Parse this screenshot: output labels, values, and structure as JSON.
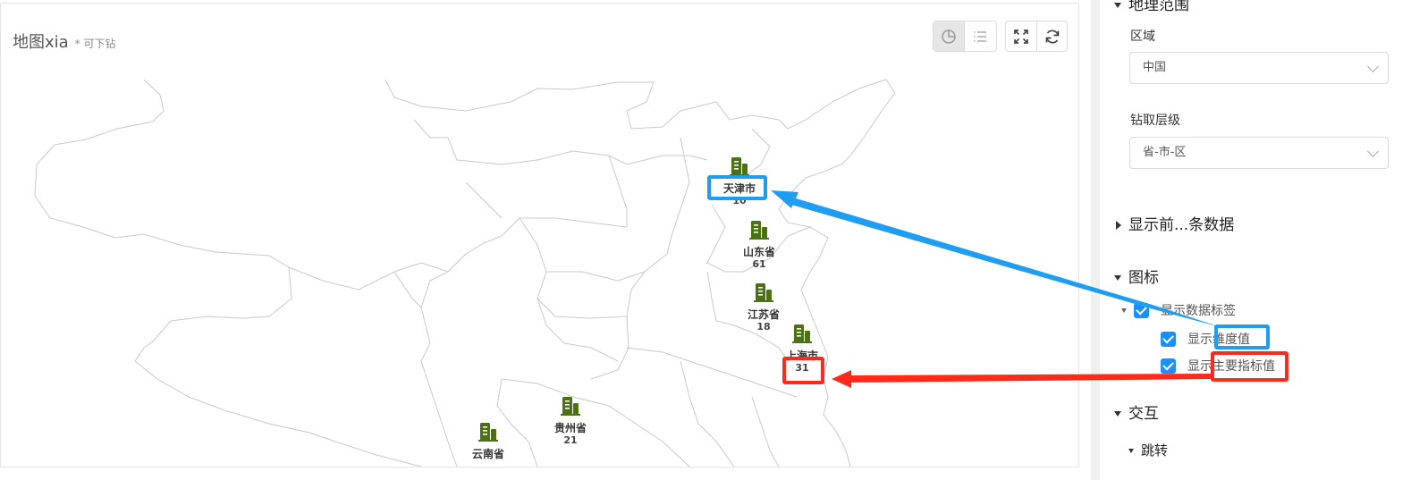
{
  "chart": {
    "title": "地图xia",
    "subtitle": "* 可下钻",
    "markers": [
      {
        "name": "天津市",
        "value": "10"
      },
      {
        "name": "山东省",
        "value": "61"
      },
      {
        "name": "江苏省",
        "value": "18"
      },
      {
        "name": "上海市",
        "value": "31"
      },
      {
        "name": "贵州省",
        "value": "21"
      },
      {
        "name": "云南省",
        "value": ""
      }
    ],
    "marker_color": "#4a7212",
    "toolbar": {
      "chart_view_icon": "pie-chart-icon",
      "list_view_icon": "list-icon",
      "fullscreen_icon": "fullscreen-icon",
      "refresh_icon": "refresh-icon"
    }
  },
  "settings": {
    "geo_section_title": "地理范围",
    "region_label": "区域",
    "region_value": "中国",
    "drill_label": "钻取层级",
    "drill_value": "省-市-区",
    "topn_section_title": "显示前...条数据",
    "icon_section_title": "图标",
    "show_data_label": "显示数据标签",
    "show_dimension": "显示维度值",
    "show_main_metric": "显示主要指标值",
    "interaction_section_title": "交互",
    "jump_title": "跳转"
  },
  "colors": {
    "checkbox_blue": "#1890ff",
    "annotation_blue": "#1e9df1",
    "annotation_red": "#ff2a1a"
  }
}
